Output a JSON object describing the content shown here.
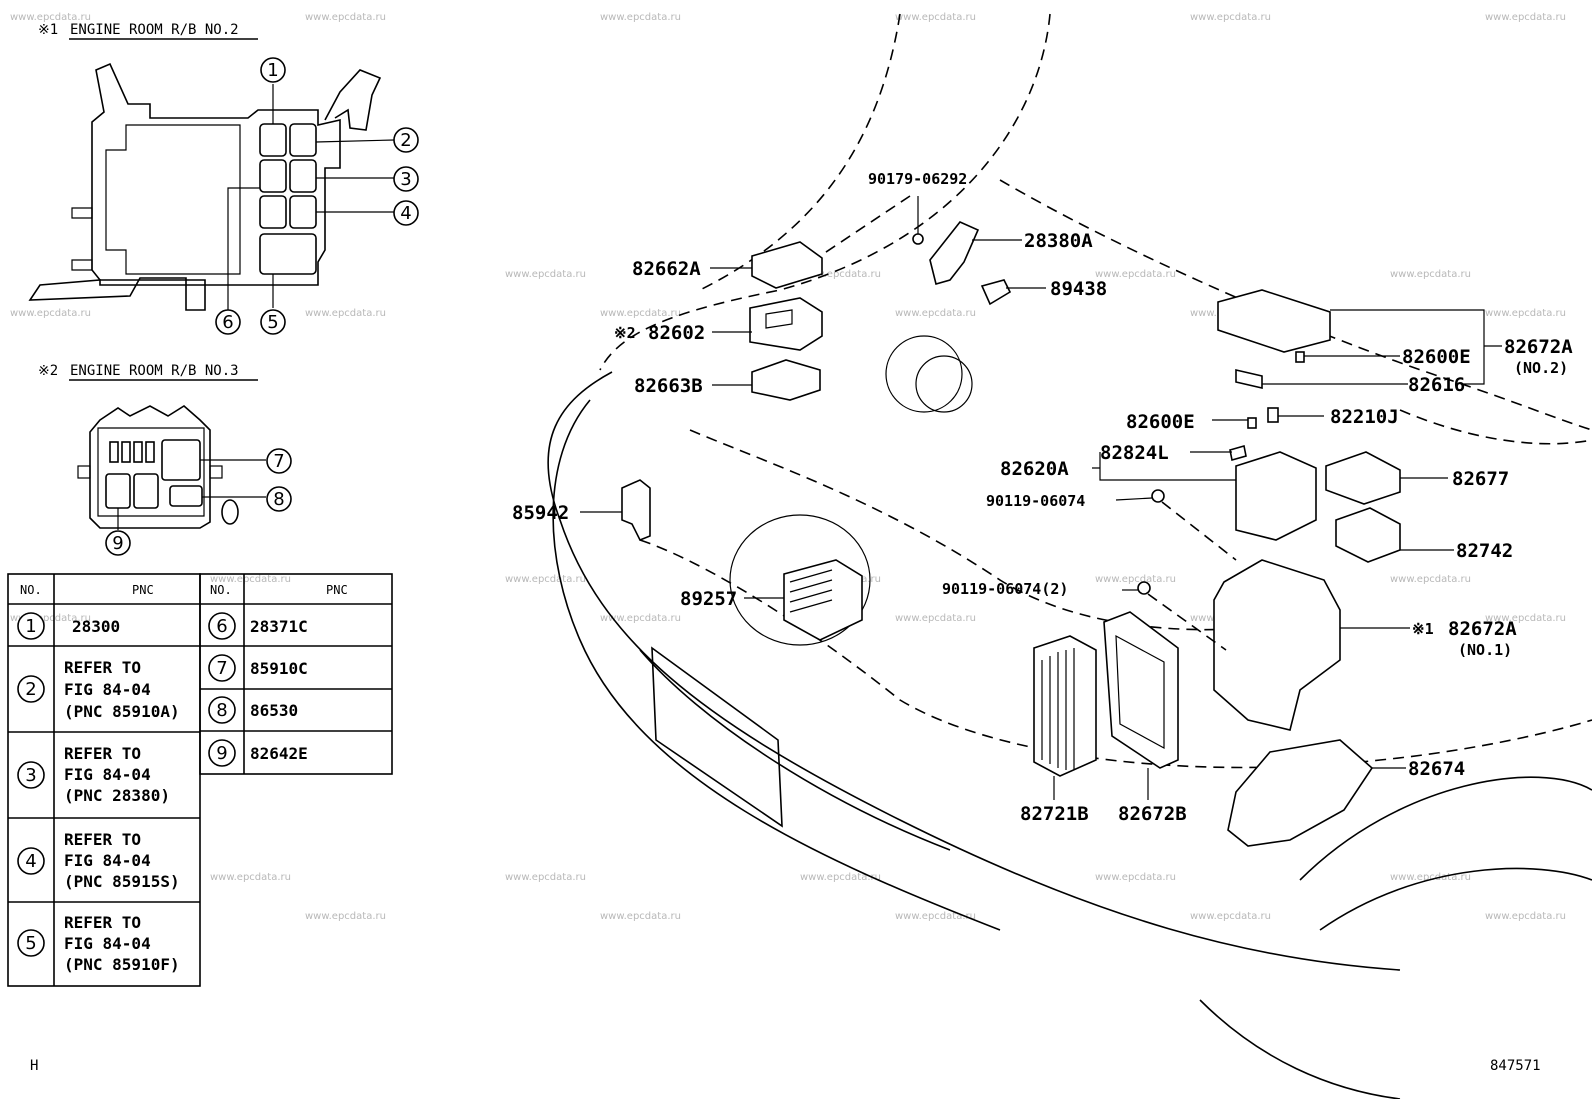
{
  "diagram_id": "847571",
  "corner_letter": "H",
  "watermark": "www.epcdata.ru",
  "insets": [
    {
      "mark": "※1",
      "title": "ENGINE ROOM R/B NO.2"
    },
    {
      "mark": "※2",
      "title": "ENGINE ROOM R/B NO.3"
    }
  ],
  "inset_callouts": [
    "1",
    "2",
    "3",
    "4",
    "5",
    "6",
    "7",
    "8",
    "9"
  ],
  "table": {
    "headers": {
      "no": "NO.",
      "pnc": "PNC"
    },
    "left_rows": [
      {
        "no": "1",
        "lines": [
          "28300"
        ]
      },
      {
        "no": "2",
        "lines": [
          "REFER TO",
          "FIG 84-04",
          "(PNC 85910A)"
        ]
      },
      {
        "no": "3",
        "lines": [
          "REFER TO",
          "FIG 84-04",
          "(PNC 28380)"
        ]
      },
      {
        "no": "4",
        "lines": [
          "REFER TO",
          "FIG 84-04",
          "(PNC 85915S)"
        ]
      },
      {
        "no": "5",
        "lines": [
          "REFER TO",
          "FIG 84-04",
          "(PNC 85910F)"
        ]
      }
    ],
    "right_rows": [
      {
        "no": "6",
        "lines": [
          "28371C"
        ]
      },
      {
        "no": "7",
        "lines": [
          "85910C"
        ]
      },
      {
        "no": "8",
        "lines": [
          "86530"
        ]
      },
      {
        "no": "9",
        "lines": [
          "82642E"
        ]
      }
    ]
  },
  "part_labels": {
    "p90179": "90179-06292",
    "p28380a": "28380A",
    "p82662a": "82662A",
    "p82602_mark": "※2",
    "p82602": "82602",
    "p89438": "89438",
    "p82663b": "82663B",
    "p85942": "85942",
    "p89257": "89257",
    "p82672a2": "82672A",
    "p82672a2_sub": "(NO.2)",
    "p82600e_a": "82600E",
    "p82616": "82616",
    "p82600e_b": "82600E",
    "p82210j": "82210J",
    "p82620a": "82620A",
    "p82824l": "82824L",
    "p82677": "82677",
    "p90119a": "90119-06074",
    "p82742": "82742",
    "p90119b": "90119-06074(2)",
    "p82672a1_mark": "※1",
    "p82672a1": "82672A",
    "p82672a1_sub": "(NO.1)",
    "p82674": "82674",
    "p82721b": "82721B",
    "p82672b": "82672B"
  }
}
